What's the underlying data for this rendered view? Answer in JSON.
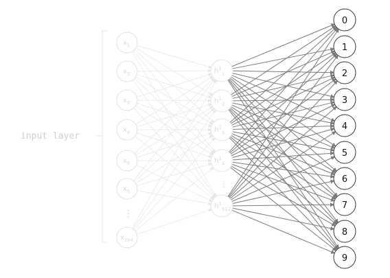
{
  "diagram": {
    "layer_label": "input layer",
    "input_nodes": [
      {
        "base": "x",
        "sub": "1"
      },
      {
        "base": "x",
        "sub": "2"
      },
      {
        "base": "x",
        "sub": "3"
      },
      {
        "base": "x",
        "sub": "4"
      },
      {
        "base": "x",
        "sub": "5"
      },
      {
        "base": "x",
        "sub": "6"
      },
      {
        "base": "x",
        "sub": "784"
      }
    ],
    "input_ellipsis": "⋮",
    "hidden_nodes": [
      {
        "base": "h",
        "sup": "1",
        "sub": "1"
      },
      {
        "base": "h",
        "sup": "1",
        "sub": "2"
      },
      {
        "base": "h",
        "sup": "1",
        "sub": "3"
      },
      {
        "base": "h",
        "sup": "1",
        "sub": "4"
      },
      {
        "base": "h",
        "sup": "1",
        "sub": "512"
      }
    ],
    "hidden_ellipsis": "⋮",
    "output_nodes": [
      "0",
      "1",
      "2",
      "3",
      "4",
      "5",
      "6",
      "7",
      "8",
      "9"
    ],
    "colors": {
      "faint_stroke": "#e2e2e2",
      "faint_edge": "#ececec",
      "output_stroke": "#333333",
      "output_edge": "#7a7a7a",
      "faint_text": "#d9d9d9"
    }
  }
}
